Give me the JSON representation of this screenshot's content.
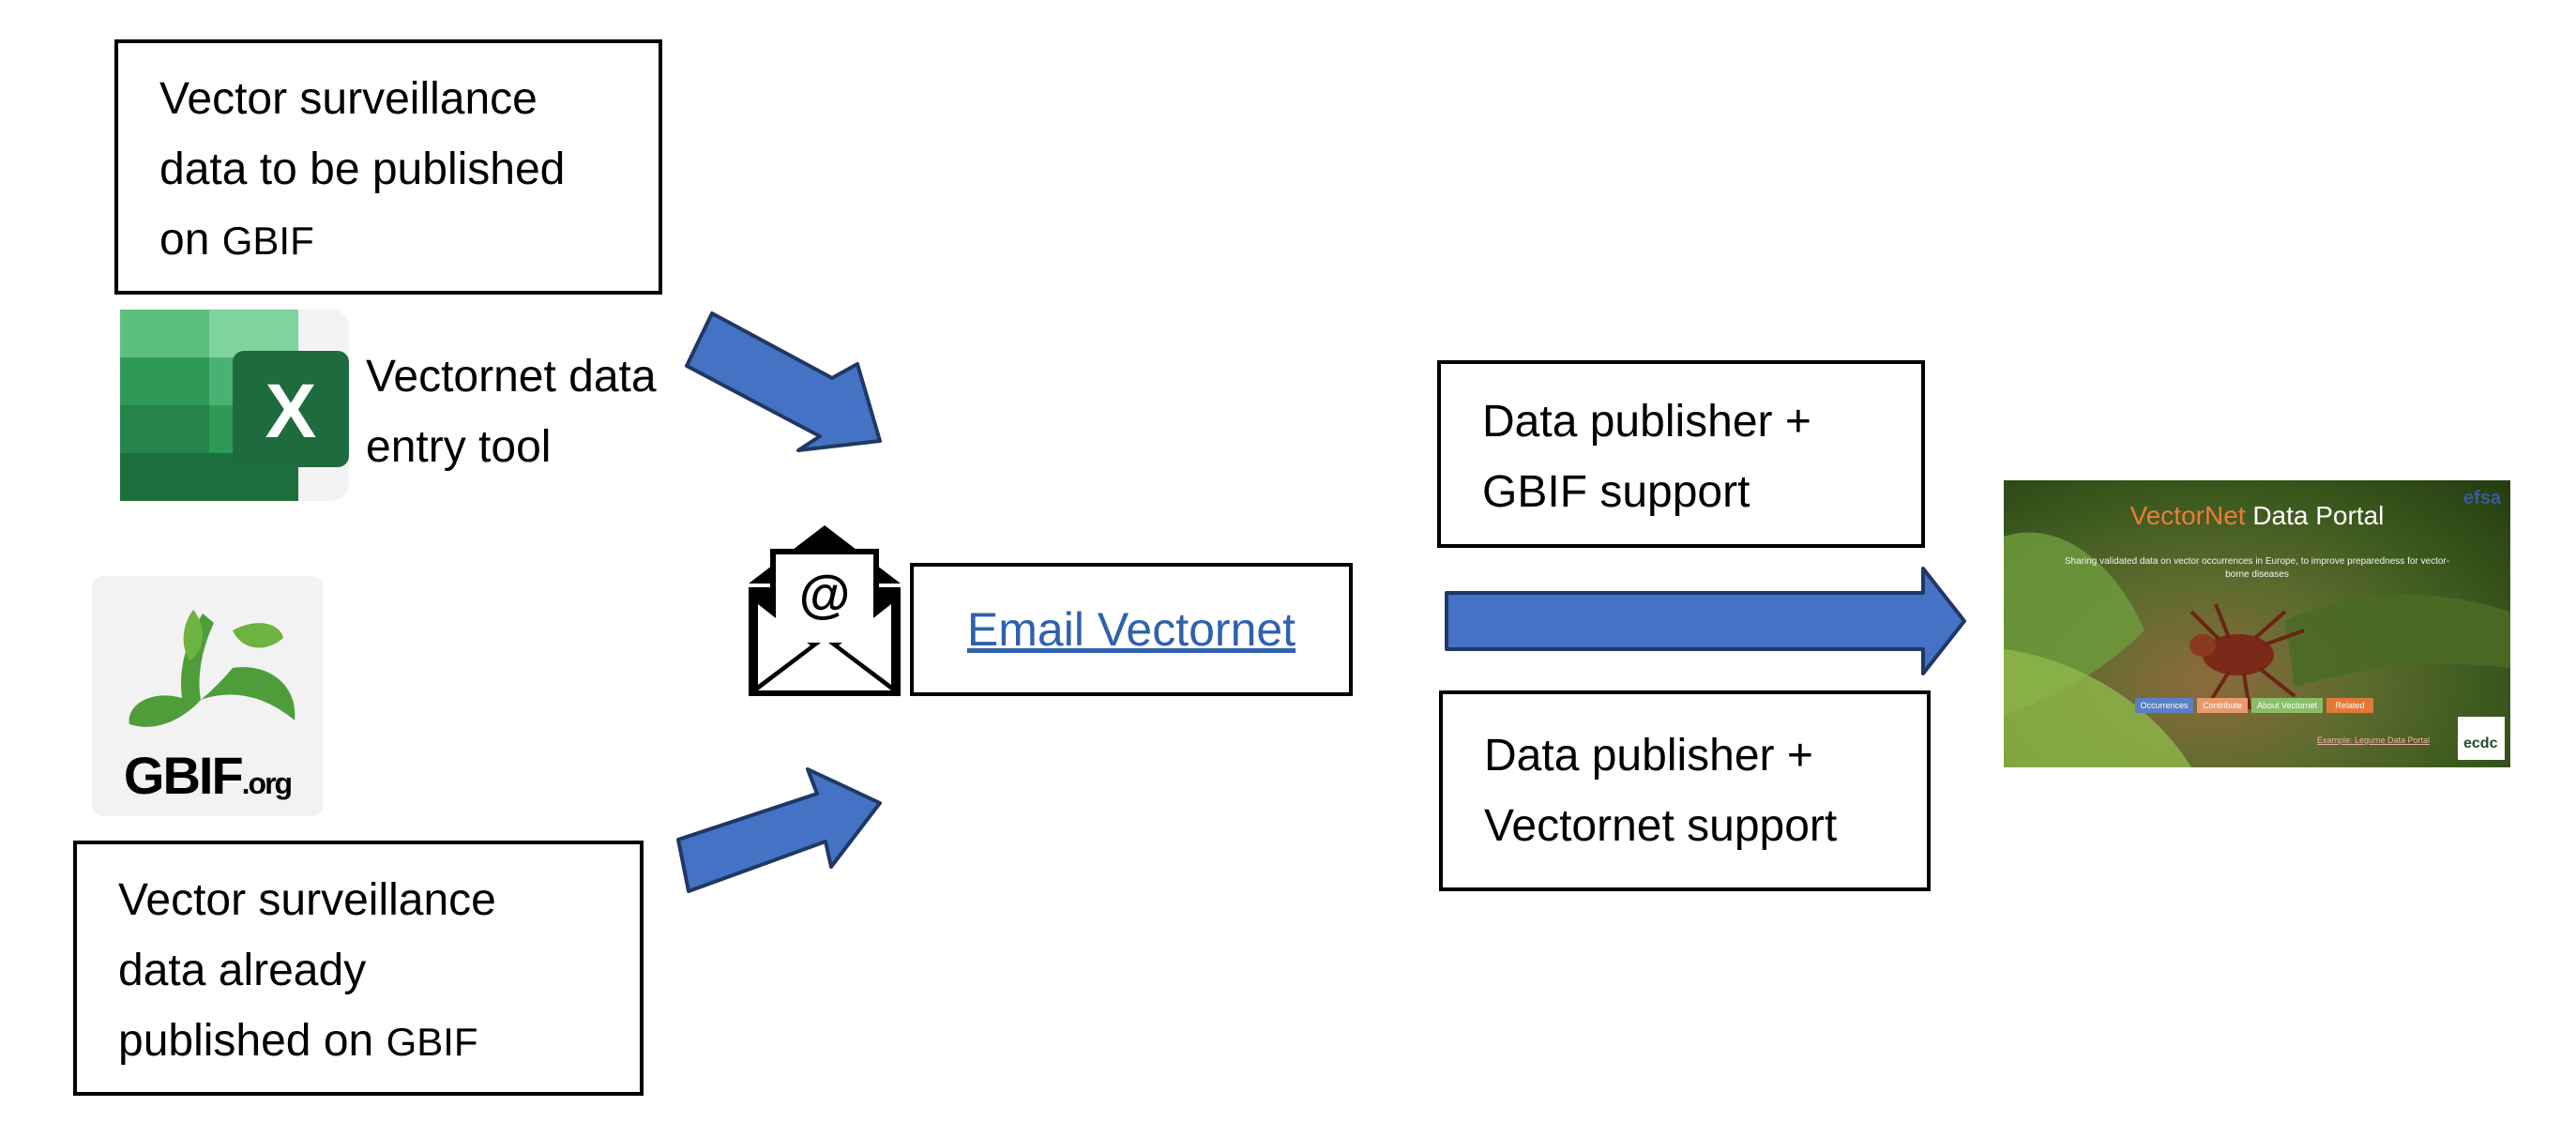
{
  "box_top": {
    "line1": "Vector surveillance",
    "line2": "data to be published",
    "line3_prefix": "on",
    "line3_word": "GBIF"
  },
  "label_tool": {
    "line1": "Vectornet data",
    "line2": "entry tool"
  },
  "gbif_logo": {
    "main": "GBIF",
    "suffix": ".org"
  },
  "box_bottom": {
    "line1": "Vector surveillance",
    "line2": "data already",
    "line3_prefix": "published on",
    "line3_word": "GBIF"
  },
  "email": {
    "link_text": "Email Vectornet"
  },
  "box_pub_gbif": {
    "line1": "Data publisher +",
    "line2": "GBIF support"
  },
  "box_pub_vec": {
    "line1": "Data publisher +",
    "line2": "Vectornet support"
  },
  "portal": {
    "title_part1": "VectorNet",
    "title_part2": "Data Portal",
    "subtitle": "Sharing validated data on vector occurrences in Europe, to improve preparedness for vector-borne diseases",
    "buttons": [
      "Occurrences",
      "Contribute",
      "About Vectornet",
      "Related"
    ],
    "example_link": "Example: Legume Data Portal",
    "logo_efsa": "efsa",
    "logo_ecdc": "ecdc"
  },
  "colors": {
    "arrow": "#4472c4",
    "arrow_border": "#1f3864",
    "excel_green": "#217346",
    "gbif_green": "#4e9d3a",
    "link": "#2f62ad"
  }
}
